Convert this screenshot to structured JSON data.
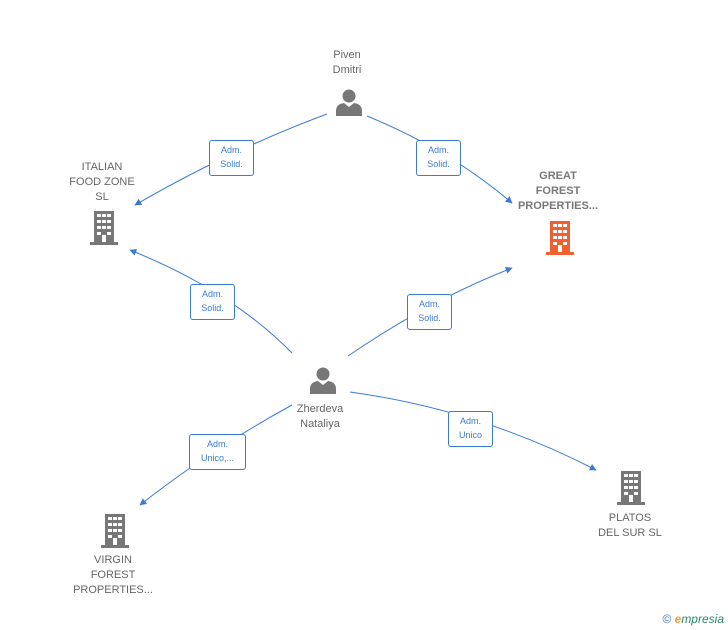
{
  "nodes": {
    "piven": {
      "name": "Piven\nDmitri",
      "type": "person"
    },
    "zherdeva": {
      "name": "Zherdeva\nNataliya",
      "type": "person"
    },
    "italian": {
      "name": "ITALIAN\nFOOD ZONE\nSL",
      "type": "company"
    },
    "great_forest": {
      "name": "GREAT\nFOREST\nPROPERTIES...",
      "type": "company",
      "highlight": true
    },
    "virgin_forest": {
      "name": "VIRGIN\nFOREST\nPROPERTIES...",
      "type": "company"
    },
    "platos": {
      "name": "PLATOS\nDEL SUR  SL",
      "type": "company"
    }
  },
  "edges": {
    "piven_italian": "Adm.\nSolid.",
    "piven_great": "Adm.\nSolid.",
    "zherdeva_italian": "Adm.\nSolid.",
    "zherdeva_great": "Adm.\nSolid.",
    "zherdeva_virgin": "Adm.\nUnico,...",
    "zherdeva_platos": "Adm.\nUnico"
  },
  "footer": {
    "copyright_symbol": "©",
    "brand_e": "e",
    "brand_rest": "mpresia"
  },
  "colors": {
    "edge": "#3a7bd5",
    "person_icon": "#777777",
    "company_icon": "#777777",
    "company_highlight": "#f06030"
  },
  "icons": {
    "person": "person-icon",
    "company": "building-icon"
  }
}
